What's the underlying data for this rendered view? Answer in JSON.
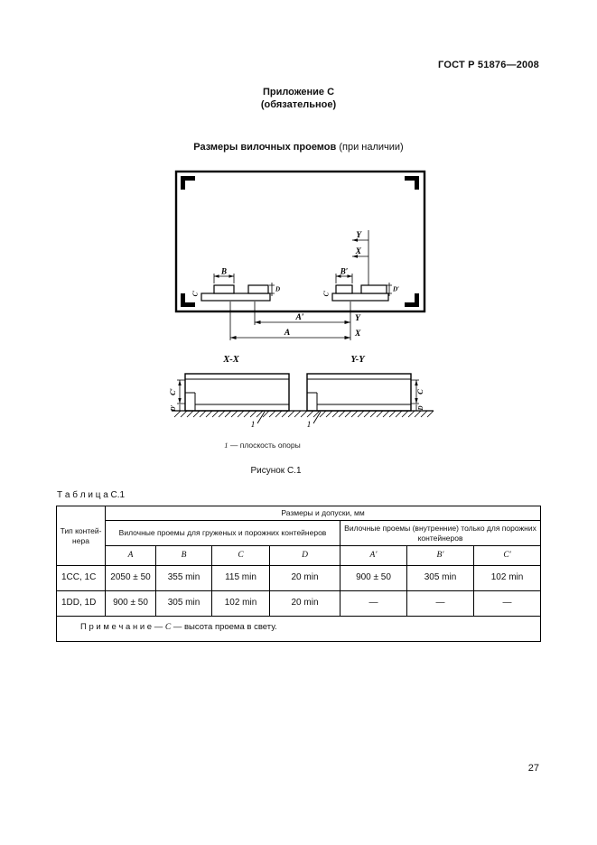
{
  "page": {
    "header": "ГОСТ Р 51876—2008",
    "appendix_line1": "Приложение С",
    "appendix_line2": "(обязательное)",
    "title_bold": "Размеры вилочных проемов",
    "title_rest": " (при наличии)",
    "legend_num": "1",
    "legend_text": " — плоскость опоры",
    "figure_caption": "Рисунок С.1",
    "table_caption": "Т а б л и ц а  С.1",
    "page_number": "27"
  },
  "figure": {
    "labels": {
      "a": "A",
      "a_prime": "A′",
      "b": "B",
      "b_prime": "B′",
      "c": "C",
      "c_prime": "C′",
      "d": "D",
      "d_prime": "D′",
      "x": "X",
      "y": "Y",
      "xx": "X-X",
      "yy": "Y-Y",
      "one": "1"
    }
  },
  "table": {
    "col_type": "Тип контей- нера",
    "header_top": "Размеры и допуски, мм",
    "group_loaded": "Вилочные проемы для груженых и порожних контейнеров",
    "group_empty": "Вилочные проемы (внутренние) только для порожних контейнеров",
    "cols": [
      "A",
      "B",
      "C",
      "D",
      "A′",
      "B′",
      "C′"
    ],
    "rows": [
      {
        "type": "1CC, 1C",
        "values": [
          "2050 ± 50",
          "355 min",
          "115 min",
          "20 min",
          "900 ± 50",
          "305 min",
          "102 min"
        ]
      },
      {
        "type": "1DD, 1D",
        "values": [
          "900 ± 50",
          "305 min",
          "102 min",
          "20 min",
          "—",
          "—",
          "—"
        ]
      }
    ],
    "note_label": "П р и м е ч а н и е — ",
    "note_var": "С",
    "note_text": " — высота проема в свету."
  }
}
